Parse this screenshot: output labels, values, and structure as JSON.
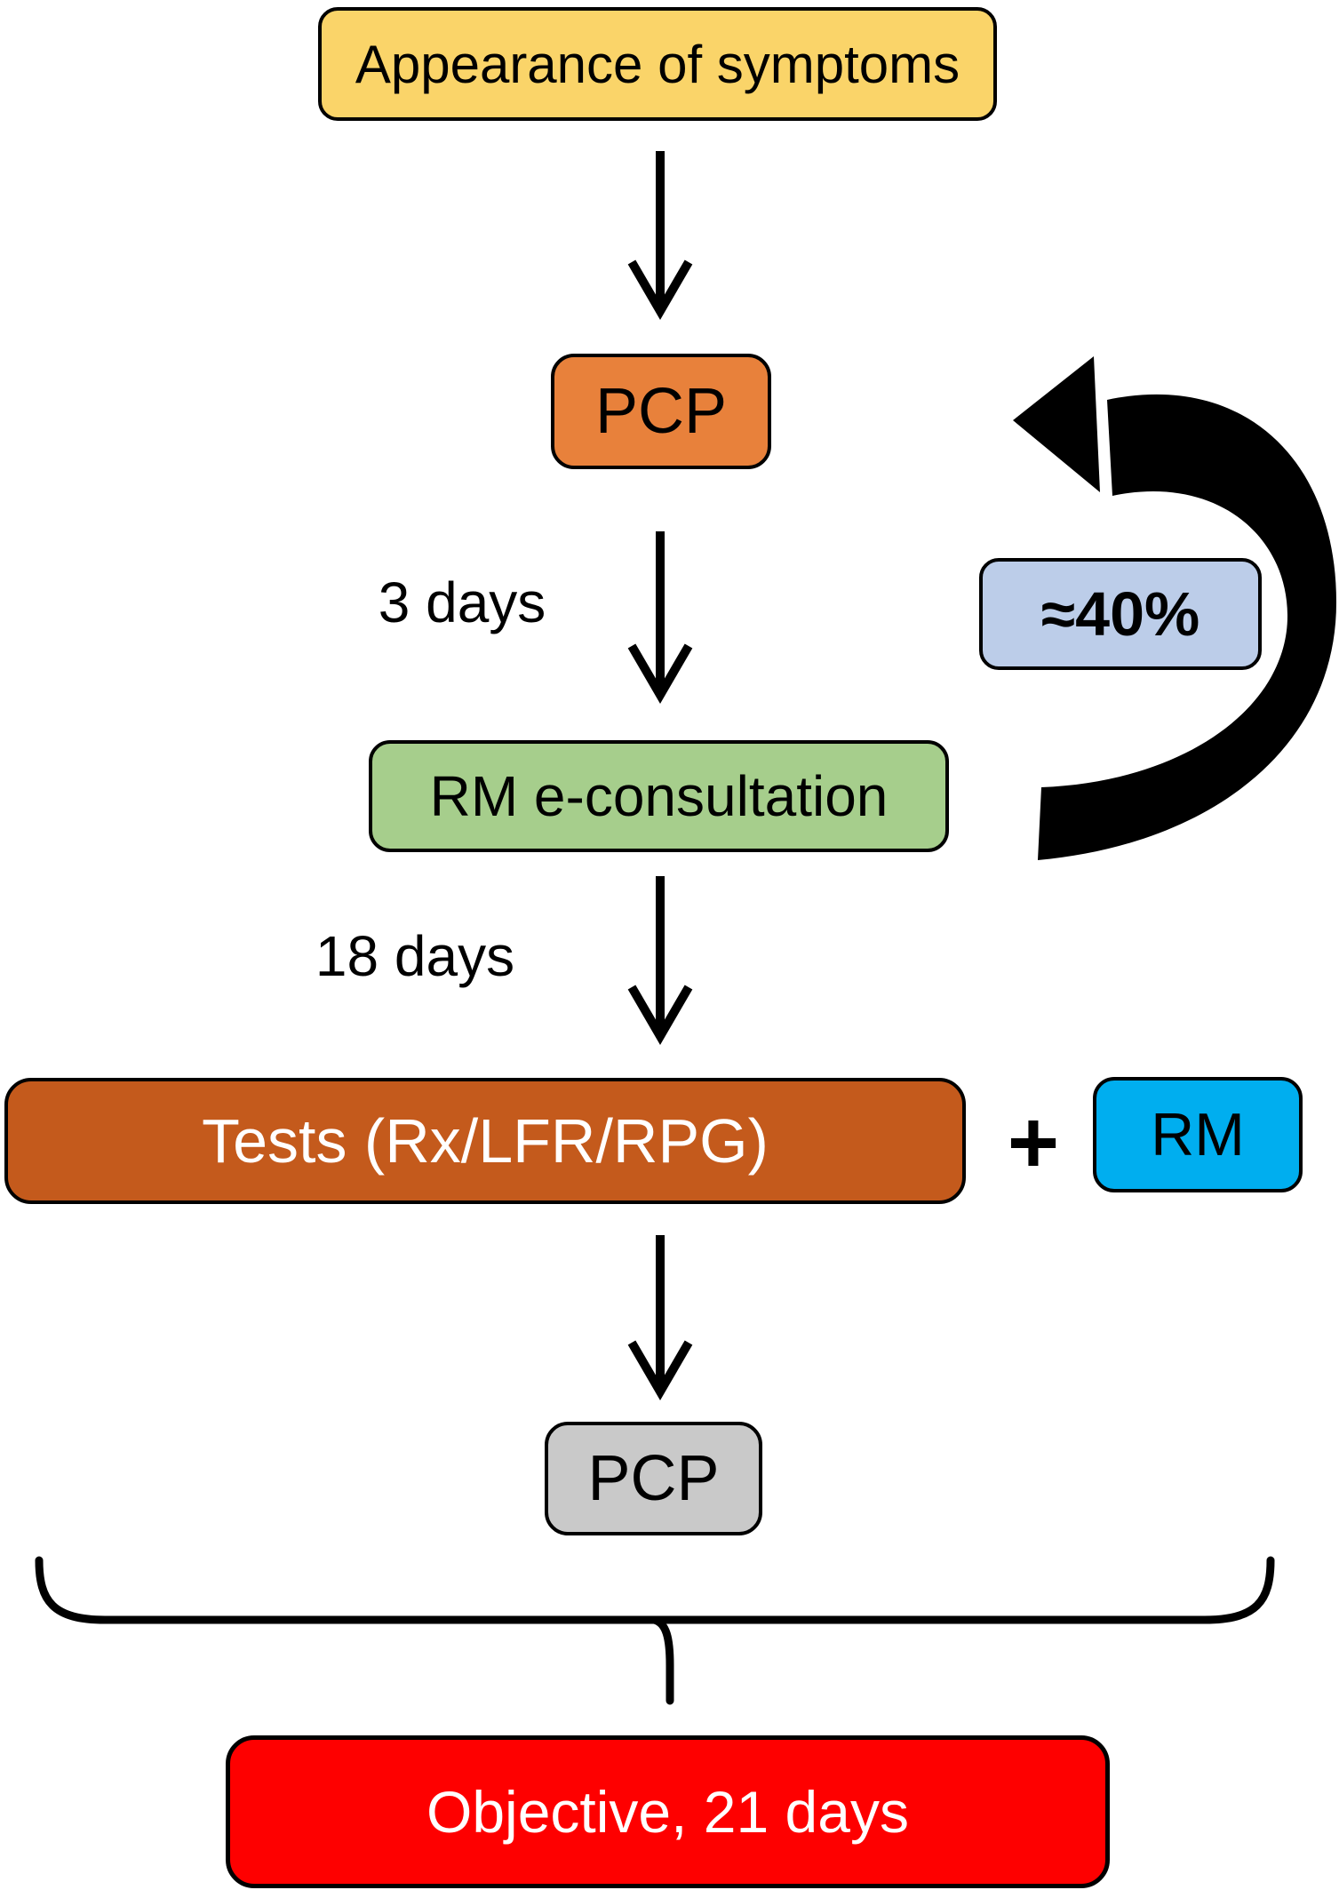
{
  "figure": {
    "background": "#FFFFFF",
    "arrow_color": "#000000",
    "nodes": {
      "symptoms": {
        "label": "Appearance of symptoms",
        "fill": "#FAD469"
      },
      "pcp_first": {
        "label": "PCP",
        "fill": "#E8813B"
      },
      "loop_percent": {
        "label": "≈40%",
        "fill": "#BCCDE9"
      },
      "econsult": {
        "label": "RM e-consultation",
        "fill": "#A6CE8C"
      },
      "tests": {
        "label": "Tests (Rx/LFR/RPG)",
        "fill": "#C45A1C",
        "text_color": "#FFFFFF"
      },
      "rm": {
        "label": "RM",
        "fill": "#00AEEF"
      },
      "pcp_second": {
        "label": "PCP",
        "fill": "#C9C9C9"
      },
      "objective": {
        "label": "Objective, 21 days",
        "fill": "#FE0000",
        "text_color": "#FFFFFF"
      }
    },
    "edge_labels": {
      "pcp_to_econsult": "3 days",
      "econsult_to_tests": "18 days"
    },
    "operators": {
      "plus": "+"
    }
  }
}
